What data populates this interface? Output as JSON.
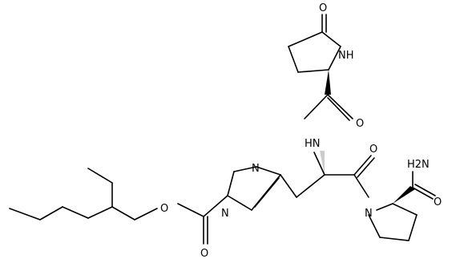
{
  "atom_labels": {
    "pyroglutamyl_carbonyl_O": "O",
    "pyroglutamyl_NH": "NH",
    "amide_carbonyl_O": "O",
    "backbone_NH": "HN",
    "histidyl_carbonyl_O": "O",
    "carboxamide_NH2": "H2N",
    "carboxamide_O": "O",
    "imidazole_N3": "N",
    "imidazole_N1": "N",
    "prolyl_N": "N",
    "ester_O": "O",
    "carbamate_carbonyl_O": "O"
  }
}
